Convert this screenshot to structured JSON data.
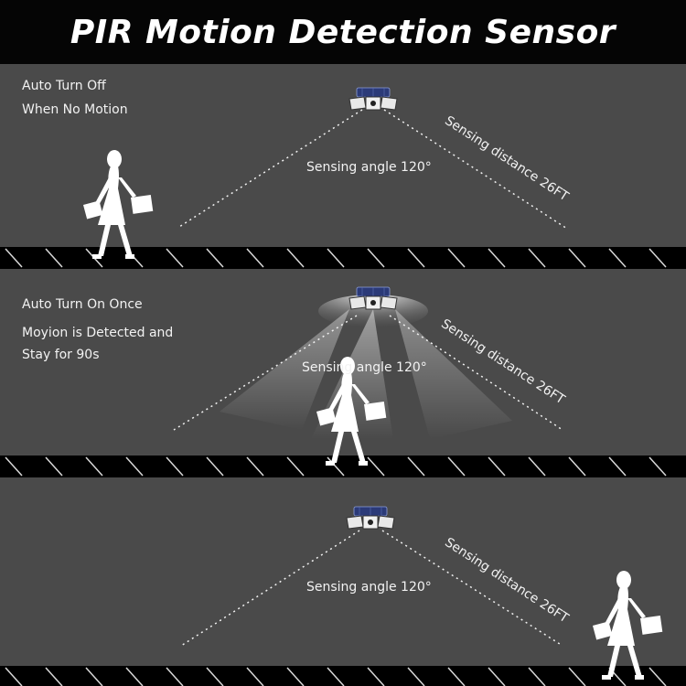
{
  "title": "PIR Motion Detection Sensor",
  "panels": [
    {
      "caption_line1": "Auto Turn Off",
      "caption_line2": "When No Motion",
      "angle_label": "Sensing angle 120°",
      "distance_label": "Sensing distance 26FT"
    },
    {
      "caption_line1": "Auto Turn On Once",
      "caption_line2": "Moyion is Detected and",
      "caption_line3": "Stay for 90s",
      "angle_label": "Sensing angle 120°",
      "distance_label": "Sensing distance 26FT"
    },
    {
      "angle_label": "Sensing angle 120°",
      "distance_label": "Sensing distance 26FT"
    }
  ],
  "colors": {
    "background": "#4a4a4a",
    "header": "#050505",
    "stripe": "#000000",
    "text": "#f2f2f2",
    "solar_panel": "#2b3a78"
  }
}
